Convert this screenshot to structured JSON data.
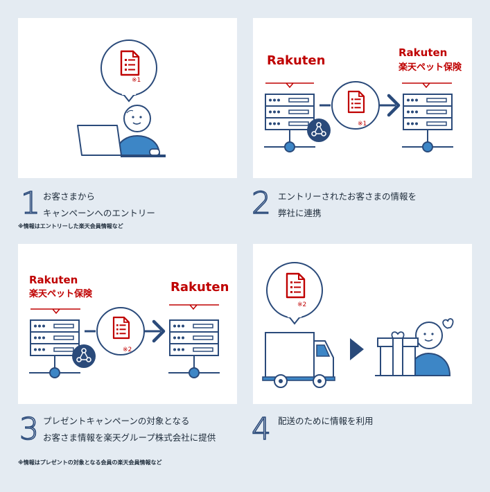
{
  "panels": {
    "p1": {
      "note": "※1"
    },
    "p2": {
      "brand_left": "Rakuten",
      "brand_right": "Rakuten",
      "brand_right_sub": "楽天ペット保険",
      "note": "※1"
    },
    "p3": {
      "brand_left": "Rakuten",
      "brand_left_sub": "楽天ペット保険",
      "brand_right": "Rakuten",
      "note": "※2"
    },
    "p4": {
      "note": "※2"
    }
  },
  "steps": [
    {
      "number": "1",
      "line1": "お客さまから",
      "line2": "キャンペーンへのエントリー"
    },
    {
      "number": "2",
      "line1": "エントリーされたお客さまの情報を",
      "line2": "弊社に連携"
    },
    {
      "number": "3",
      "line1": "プレゼントキャンペーンの対象となる",
      "line2": "お客さま情報を楽天グループ株式会社に提供"
    },
    {
      "number": "4",
      "line1": "配送のために情報を利用",
      "line2": ""
    }
  ],
  "footnotes": {
    "note1": "※情報はエントリーした楽天会員情報など",
    "note2": "※情報はプレゼントの対象となる会員の楽天会員情報など"
  },
  "colors": {
    "navy": "#2a4a7a",
    "blue": "#3d86c6",
    "red": "#bf0000",
    "bg": "#e4ebf2"
  }
}
